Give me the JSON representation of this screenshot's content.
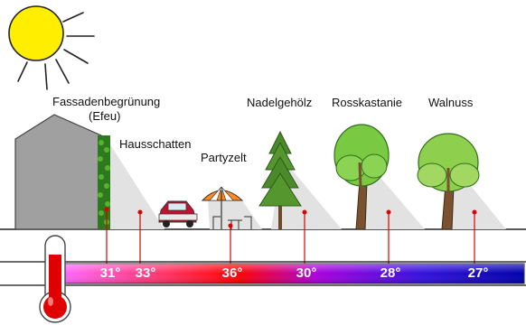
{
  "labels": {
    "facade_line1": "Fassadenbegrünung",
    "facade_line2": "(Efeu)",
    "house_shadow": "Hausschatten",
    "party_tent": "Partyzelt",
    "conifer": "Nadelgehölz",
    "horse_chestnut": "Rosskastanie",
    "walnut": "Walnuss"
  },
  "temperatures": [
    {
      "source": "Fassadenbegrünung (Efeu)",
      "value": "31°"
    },
    {
      "source": "Hausschatten",
      "value": "33°"
    },
    {
      "source": "Partyzelt",
      "value": "36°"
    },
    {
      "source": "Nadelgehölz",
      "value": "30°"
    },
    {
      "source": "Rosskastanie",
      "value": "28°"
    },
    {
      "source": "Walnuss",
      "value": "27°"
    }
  ],
  "colors": {
    "gradient": [
      "#ff55ff",
      "#ff0000",
      "#9900ff",
      "#2222dd",
      "#0000aa"
    ],
    "thermometer_red": "#e00000",
    "shadow": "#e2e2e2",
    "house": "#a0a0a0",
    "sun": "#ffee00",
    "tree_green": "#7ac943",
    "marker": "#dd0000"
  }
}
